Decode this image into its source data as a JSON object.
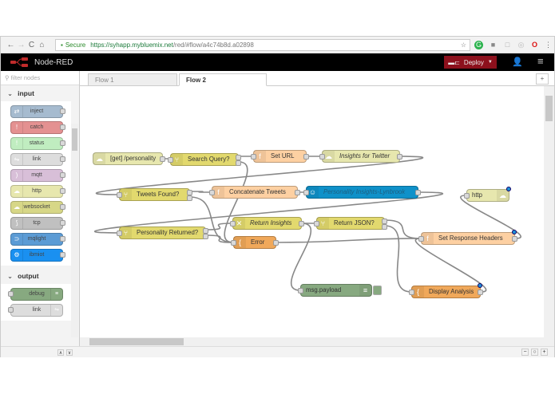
{
  "browser": {
    "secure_label": "Secure",
    "url_domain": "https://syhapp.mybluemix.net",
    "url_path": "/red/#flow/a4c74b8d.a02898"
  },
  "header": {
    "app_title": "Node-RED",
    "deploy_label": "Deploy"
  },
  "palette": {
    "filter_placeholder": "filter nodes",
    "categories": [
      {
        "label": "input",
        "nodes": [
          {
            "label": "inject",
            "color": "#a6bbcf",
            "icon": "⇄"
          },
          {
            "label": "catch",
            "color": "#e49191",
            "icon": "!"
          },
          {
            "label": "status",
            "color": "#c0edc0",
            "icon": "!"
          },
          {
            "label": "link",
            "color": "#dddddd",
            "icon": "⇋"
          },
          {
            "label": "mqtt",
            "color": "#d8bfd8",
            "icon": ")"
          },
          {
            "label": "http",
            "color": "#e7e7ae",
            "icon": "☁"
          },
          {
            "label": "websocket",
            "color": "#d7d787",
            "icon": "☁"
          },
          {
            "label": "tcp",
            "color": "#c0c0c0",
            "icon": "⟆"
          },
          {
            "label": "mqlight",
            "color": "#5b9bd5",
            "icon": "⊃"
          },
          {
            "label": "ibmiot",
            "color": "#1a90f0",
            "icon": "⚙"
          }
        ]
      },
      {
        "label": "output",
        "nodes": [
          {
            "label": "debug",
            "color": "#87a980",
            "icon": "≡"
          },
          {
            "label": "link",
            "color": "#dddddd",
            "icon": "⇋"
          }
        ]
      }
    ]
  },
  "tabs": [
    {
      "label": "Flow 1",
      "active": false
    },
    {
      "label": "Flow 2",
      "active": true
    }
  ],
  "flow": {
    "nodes": [
      {
        "label": "[get] /personality",
        "color": "#e7e7ae",
        "icon": "☁",
        "italic": false
      },
      {
        "label": "Search Query?",
        "color": "#e2d96e",
        "icon": "⑂",
        "italic": false
      },
      {
        "label": "Set URL",
        "color": "#fdd0a2",
        "icon": "f",
        "italic": false
      },
      {
        "label": "Insights for Twitter",
        "color": "#e7e7ae",
        "icon": "☁",
        "italic": true
      },
      {
        "label": "Tweets Found?",
        "color": "#e2d96e",
        "icon": "⑂",
        "italic": false
      },
      {
        "label": "Concatenate Tweets",
        "color": "#fdd0a2",
        "icon": "f",
        "italic": false
      },
      {
        "label": "Personality Insights-Lynbrook",
        "color": "#0f91c9",
        "icon": "☺",
        "italic": true
      },
      {
        "label": "http",
        "color": "#e7e7ae",
        "icon": "☁",
        "italic": false
      },
      {
        "label": "Personality Returned?",
        "color": "#e2d96e",
        "icon": "⑂",
        "italic": false
      },
      {
        "label": "Return Insights",
        "color": "#e2d96e",
        "icon": "✕",
        "italic": true
      },
      {
        "label": "Return JSON?",
        "color": "#e2d96e",
        "icon": "⑂",
        "italic": false
      },
      {
        "label": "Error",
        "color": "#f0a85a",
        "icon": "{",
        "italic": false
      },
      {
        "label": "Set Response Headers",
        "color": "#fdd0a2",
        "icon": "f",
        "italic": false
      },
      {
        "label": "msg.payload",
        "color": "#87a980",
        "icon": "≡",
        "italic": false
      },
      {
        "label": "Display Analysis",
        "color": "#f0a85a",
        "icon": "{",
        "italic": false
      }
    ]
  }
}
